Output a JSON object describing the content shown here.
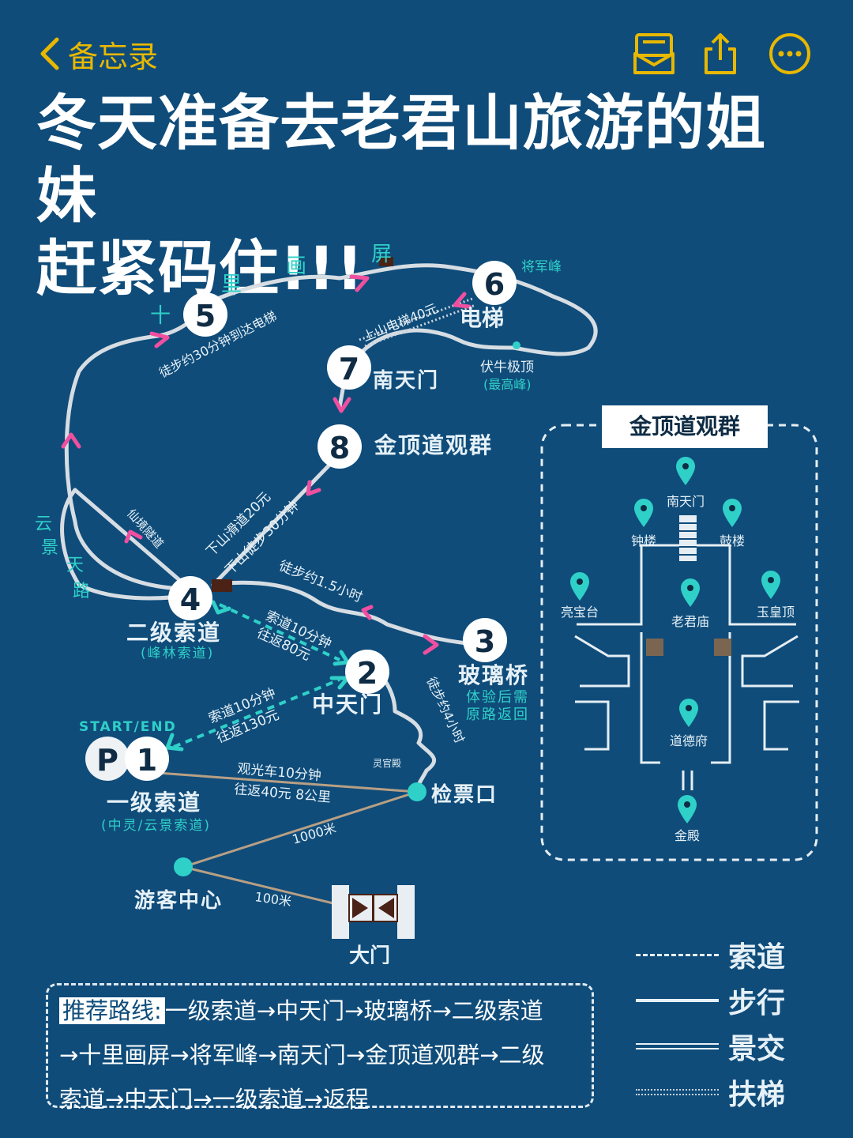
{
  "nav": {
    "back_label": "备忘录"
  },
  "title": {
    "line1": "冬天准备去老君山旅游的姐妹",
    "line2": "赶紧码住!!!"
  },
  "map": {
    "stops": [
      {
        "num": "1",
        "name": "一级索道",
        "sub": "(中灵/云景索道)"
      },
      {
        "num": "2",
        "name": "中天门"
      },
      {
        "num": "3",
        "name": "玻璃桥",
        "sub1": "体验后需",
        "sub2": "原路返回"
      },
      {
        "num": "4",
        "name": "二级索道",
        "sub": "(峰林索道)"
      },
      {
        "num": "5"
      },
      {
        "num": "6",
        "name": "电梯"
      },
      {
        "num": "7",
        "name": "南天门"
      },
      {
        "num": "8",
        "name": "金顶道观群"
      }
    ],
    "start_end": "START/END",
    "parking": "P",
    "labels": {
      "shili_huaping": [
        "十",
        "里",
        "画",
        "屏"
      ],
      "yunjing_tianlu": [
        "云",
        "景",
        "天",
        "路"
      ],
      "jiangjun_feng": "将军峰",
      "funiu_1": "伏牛极顶",
      "funiu_2": "(最高峰)",
      "xianjing": "仙境隧道",
      "walk_30_to_elevator": "徒步约30分钟到达电梯",
      "elevator_price": "上山电梯40元",
      "slide": "下山滑道20元",
      "walk_down_30": "下山徒步30分钟",
      "walk_15h": "徒步约1.5小时",
      "cable2_1": "索道10分钟",
      "cable2_2": "往返80元",
      "cable1_1": "索道10分钟",
      "cable1_2": "往返130元",
      "walk_4h": "徒步约4小时",
      "lingguan": "灵官殿",
      "bus_1": "观光车10分钟",
      "bus_2": "往返40元 8公里",
      "ticket": "检票口",
      "dist_1000": "1000米",
      "visitor": "游客中心",
      "dist_100": "100米",
      "gate": "大门"
    },
    "inset": {
      "title": "金顶道观群",
      "places": [
        "南天门",
        "钟楼",
        "鼓楼",
        "亮宝台",
        "老君庙",
        "玉皇顶",
        "道德府",
        "金殿"
      ]
    }
  },
  "legend": [
    "索道",
    "步行",
    "景交",
    "扶梯"
  ],
  "route": {
    "label": "推荐路线:",
    "line1": "一级索道→中天门→玻璃桥→二级索道",
    "line2": "→十里画屏→将军峰→南天门→金顶道观群→二级",
    "line3": "索道→中天门→一级索道→返程"
  },
  "colors": {
    "background": "#0f4c7a",
    "accent": "#e8b800",
    "teal": "#2fd0c8",
    "pink": "#f04fa0",
    "path": "#d6dde3"
  }
}
